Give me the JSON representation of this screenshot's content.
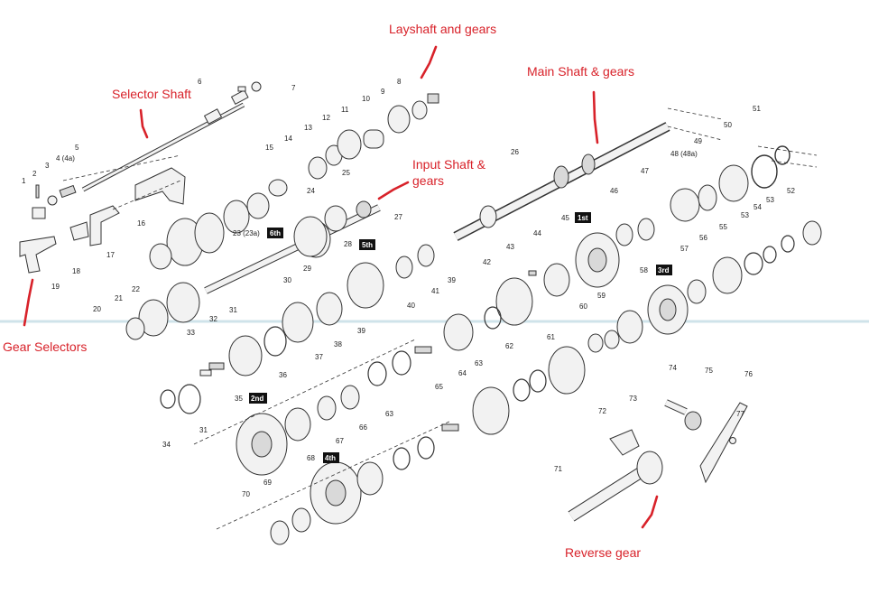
{
  "callouts": {
    "layshaft": "Layshaft and gears",
    "main_shaft": "Main Shaft & gears",
    "selector_shaft": "Selector Shaft",
    "input_shaft_line1": "Input Shaft &",
    "input_shaft_line2": "gears",
    "gear_selectors": "Gear Selectors",
    "reverse_gear": "Reverse gear"
  },
  "gear_labels": {
    "first": "1st",
    "second": "2nd",
    "third": "3rd",
    "fourth": "4th",
    "fifth": "5th",
    "sixth": "6th"
  },
  "part_numbers": {
    "p1": "1",
    "p2": "2",
    "p3": "3",
    "p4": "4 (4a)",
    "p5": "5",
    "p6": "6",
    "p7": "7",
    "p8": "8",
    "p9": "9",
    "p10": "10",
    "p11": "11",
    "p12": "12",
    "p13": "13",
    "p14": "14",
    "p15": "15",
    "p16": "16",
    "p17": "17",
    "p18": "18",
    "p19": "19",
    "p20": "20",
    "p21": "21",
    "p22": "22",
    "p23": "23 (23a)",
    "p24": "24",
    "p25": "25",
    "p26": "26",
    "p27": "27",
    "p28": "28",
    "p29": "29",
    "p30": "30",
    "p31a": "31",
    "p31b": "31",
    "p32": "32",
    "p33": "33",
    "p34": "34",
    "p35": "35",
    "p36": "36",
    "p37": "37",
    "p38": "38",
    "p39a": "39",
    "p39b": "39",
    "p40": "40",
    "p41": "41",
    "p42": "42",
    "p43": "43",
    "p44": "44",
    "p45": "45",
    "p46": "46",
    "p47": "47",
    "p48": "48 (48a)",
    "p49": "49",
    "p50": "50",
    "p51": "51",
    "p52": "52",
    "p53a": "53",
    "p53b": "53",
    "p54": "54",
    "p55": "55",
    "p56": "56",
    "p57": "57",
    "p58": "58",
    "p59": "59",
    "p60": "60",
    "p61": "61",
    "p62": "62",
    "p63a": "63",
    "p63b": "63",
    "p64": "64",
    "p65": "65",
    "p66": "66",
    "p67": "67",
    "p68": "68",
    "p69": "69",
    "p70": "70",
    "p71": "71",
    "p72": "72",
    "p73": "73",
    "p74": "74",
    "p75": "75",
    "p76": "76",
    "p77": "77"
  }
}
